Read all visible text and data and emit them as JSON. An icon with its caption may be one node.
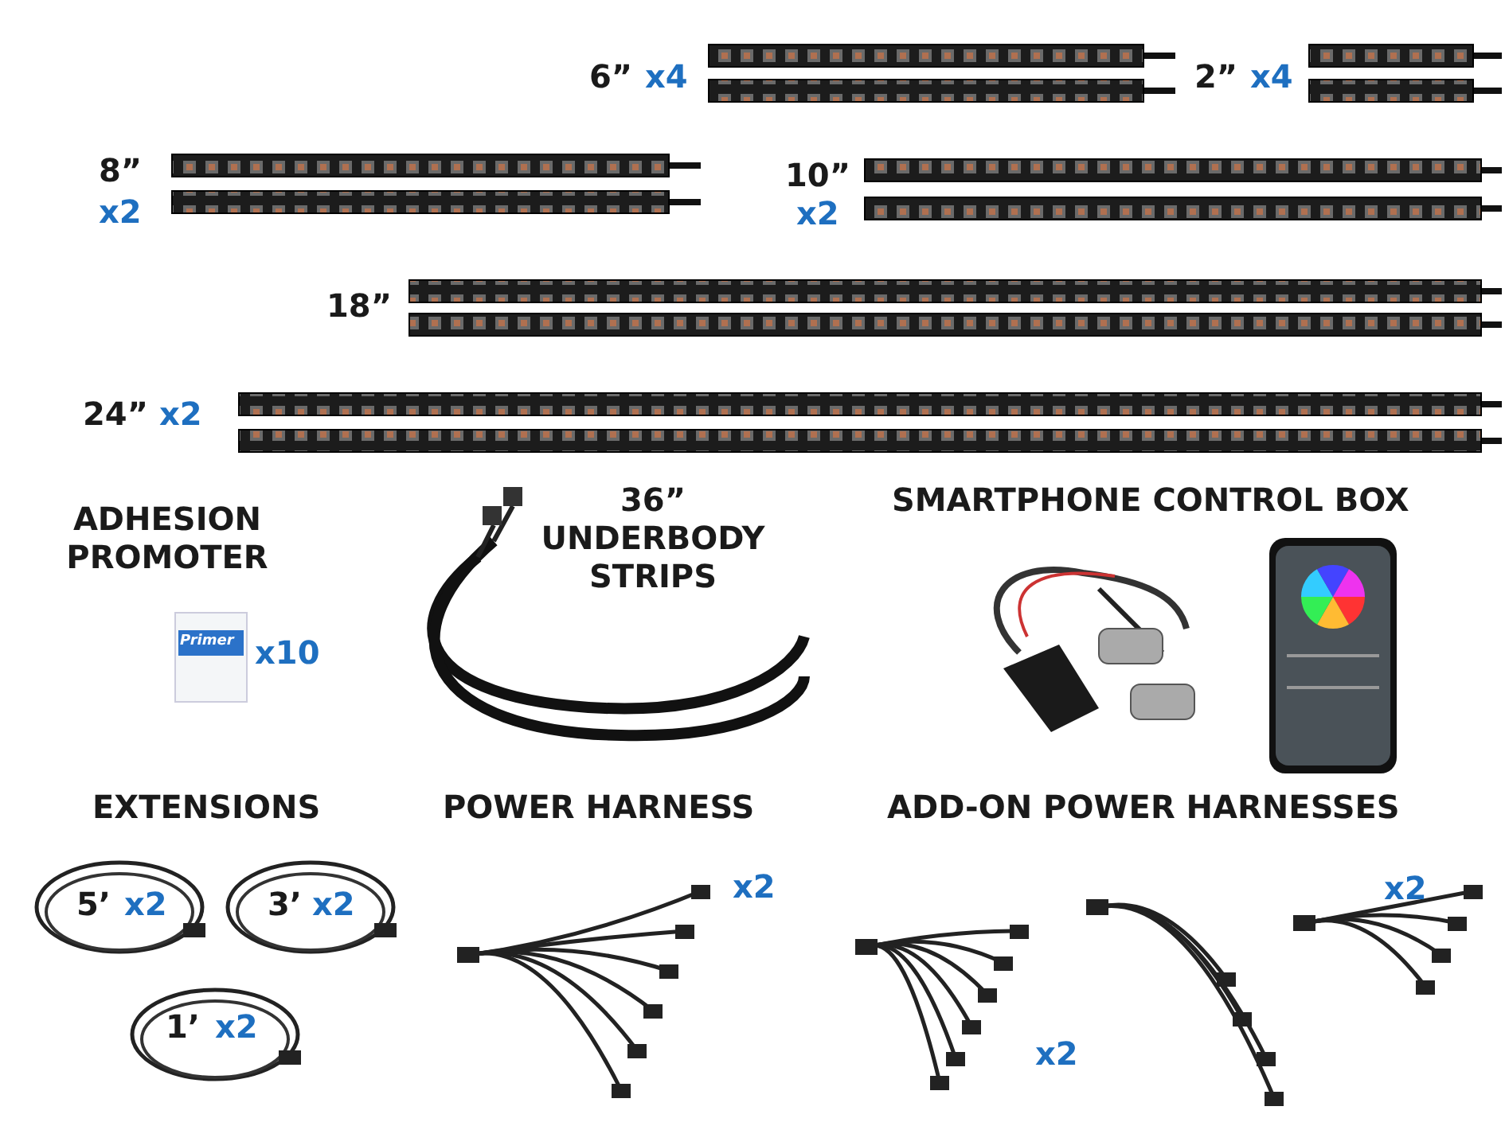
{
  "diagram": {
    "labels": [
      "6”",
      "x4",
      "2”",
      "x4",
      "8”",
      "10”",
      "x2",
      "x2",
      "18”",
      "24”",
      "x2",
      "ADHESION PROMOTER",
      "36” UNDERBODY STRIPS",
      "SMARTPHONE CONTROL BOX",
      "Primer",
      "x10",
      "EXTENSIONS",
      "POWER HARNESS",
      "ADD-ON POWER HARNESSES",
      "5’",
      "x2",
      "3’",
      "x2",
      "1’",
      "x2",
      "x2",
      "x2",
      "x2"
    ]
  }
}
